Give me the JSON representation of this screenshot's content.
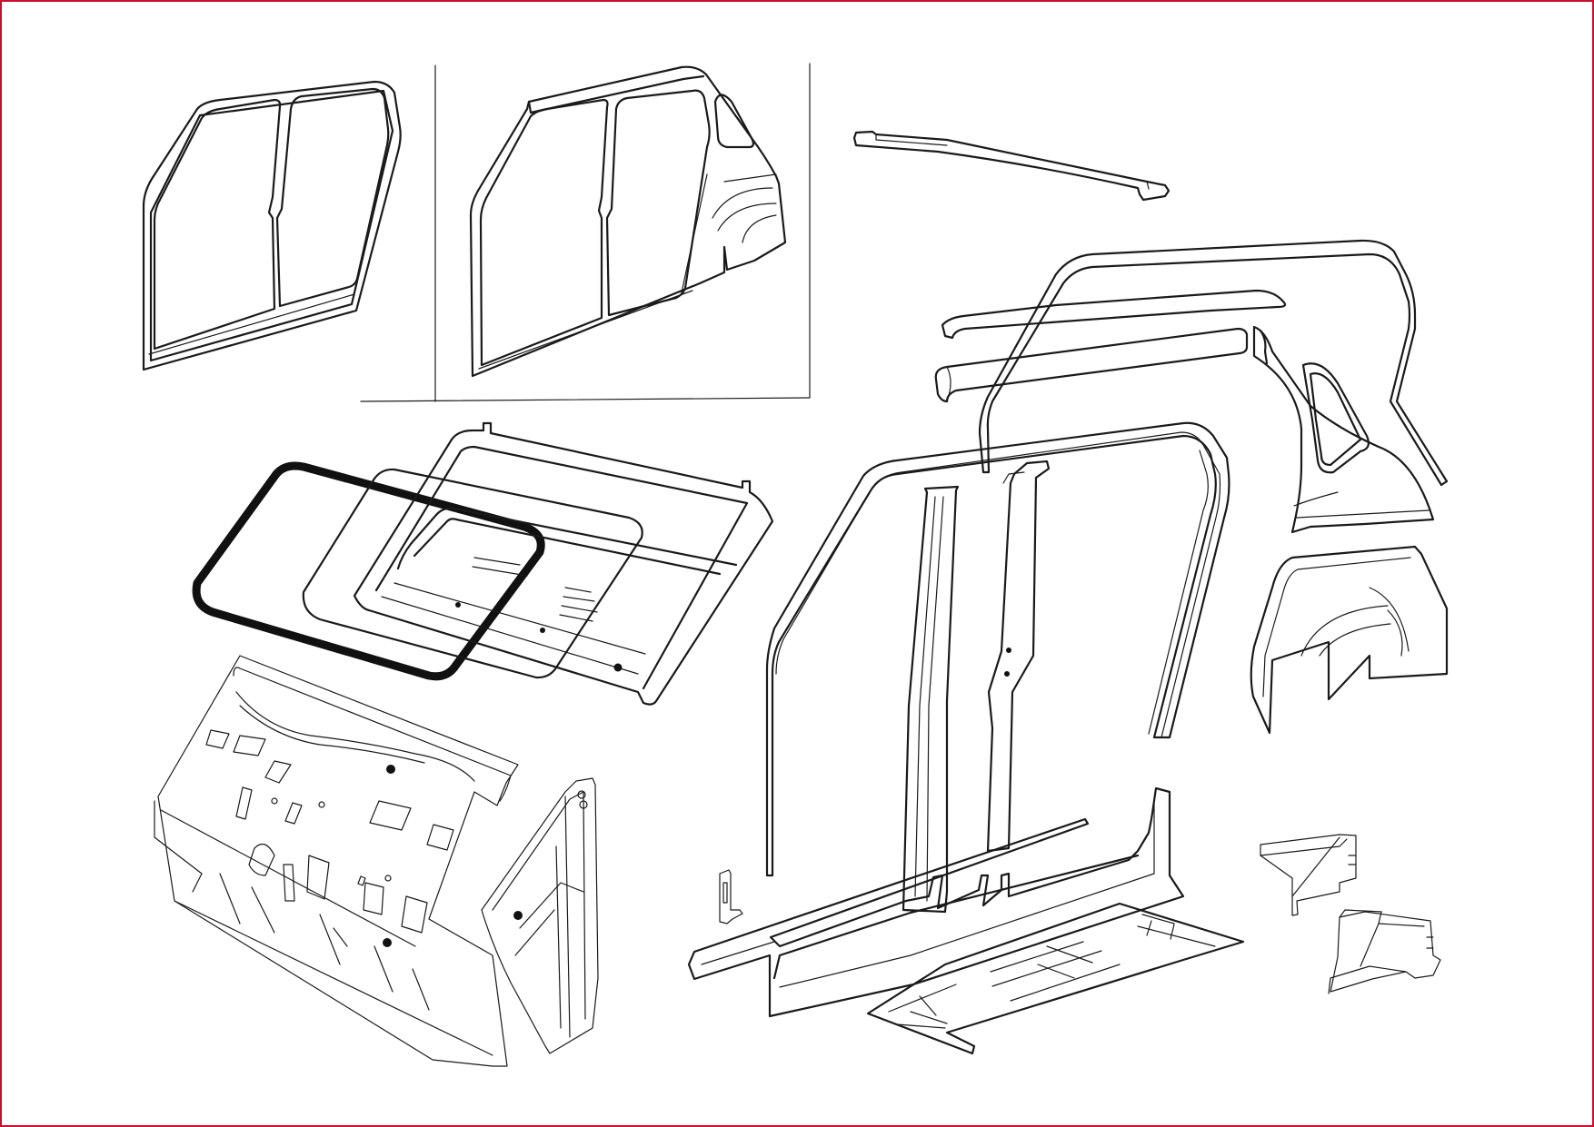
{
  "figure": {
    "border_color": "#c8102e",
    "line_color": "#1a1a1a",
    "background": "#ffffff"
  },
  "parts": [
    {
      "id": "inner-door-frame",
      "icon": "door-frame-outline"
    },
    {
      "id": "outer-side-panel",
      "icon": "side-panel-outline"
    },
    {
      "id": "roof-rail-strip",
      "icon": "rail-strip"
    },
    {
      "id": "roof-arch-frame",
      "icon": "arch-frame"
    },
    {
      "id": "roof-side-rails",
      "icon": "side-rails"
    },
    {
      "id": "quarter-panel-inner",
      "icon": "quarter-panel"
    },
    {
      "id": "window-seal",
      "icon": "rubber-seal"
    },
    {
      "id": "window-glass",
      "icon": "glass-pane"
    },
    {
      "id": "rear-window-panel",
      "icon": "rear-panel"
    },
    {
      "id": "door-aperture-frame",
      "icon": "aperture-frame"
    },
    {
      "id": "b-pillar-inner",
      "icon": "pillar"
    },
    {
      "id": "b-pillar-outer",
      "icon": "pillar"
    },
    {
      "id": "wheel-arch",
      "icon": "wheel-arch"
    },
    {
      "id": "firewall-assembly",
      "icon": "firewall"
    },
    {
      "id": "a-pillar-brace",
      "icon": "pillar-brace"
    },
    {
      "id": "small-bracket",
      "icon": "bracket"
    },
    {
      "id": "sill-panel",
      "icon": "sill"
    },
    {
      "id": "floor-pan",
      "icon": "floor-pan"
    },
    {
      "id": "corner-bracket-upper",
      "icon": "bracket"
    },
    {
      "id": "corner-bracket-lower",
      "icon": "bracket"
    }
  ]
}
